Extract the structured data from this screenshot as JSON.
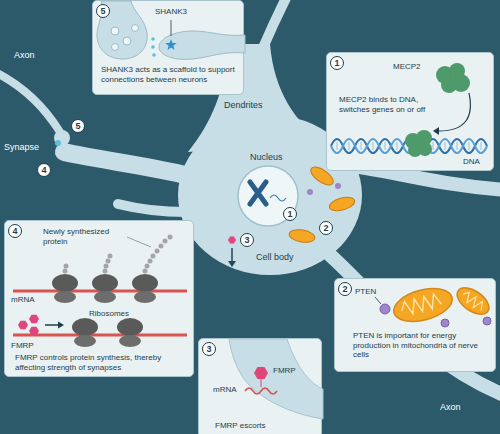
{
  "diagram": {
    "nodes": [
      {
        "text": [
          "5",
          "SHANK3",
          "SHANK3 acts as a scaffold to support connections between neurons"
        ]
      },
      {
        "text": [
          "1",
          "MECP2",
          "MECP2 binds to DNA, switches genes on or off",
          "DNA"
        ]
      },
      {
        "text": [
          "4",
          "Newly synthesized protein",
          "mRNA",
          "Ribosomes",
          "FMRP",
          "FMRP controls protein synthesis, thereby affecting strength of synapses"
        ]
      },
      {
        "text": [
          "2",
          "PTEN",
          "PTEN is important for energy production in mitochondria of nerve cells"
        ]
      },
      {
        "text": [
          "3",
          "FMRP",
          "mRNA",
          "FMRP escorts"
        ]
      }
    ],
    "labels": [
      "Axon",
      "Dendrites",
      "Synapse",
      "5",
      "4",
      "Nucleus",
      "1",
      "2",
      "3",
      "Cell body",
      "Axon"
    ]
  }
}
